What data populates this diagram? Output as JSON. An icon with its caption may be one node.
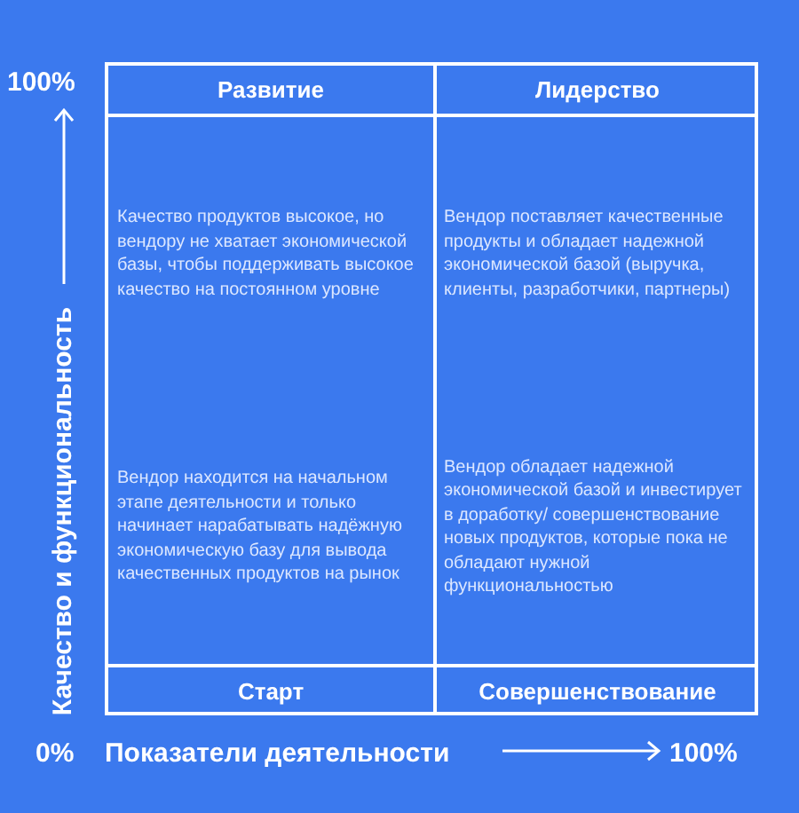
{
  "diagram": {
    "nodes": [
      {
        "text": [
          "Развитие",
          "Качество продуктов высокое, но вендору не хватает экономической базы, чтобы поддерживать высокое качество на постоянном уровне"
        ]
      },
      {
        "text": [
          "Лидерство",
          "Вендор поставляет качественные продукты и обладает надежной экономической базой (выручка, клиенты, разработчики, партнеры)"
        ]
      },
      {
        "text": [
          "Вендор находится на начальном этапе деятельности и только начинает нарабатывать надёжную экономическую базу для вывода качественных продуктов на рынок",
          "Старт"
        ]
      },
      {
        "text": [
          "Вендор обладает надежной экономической базой и инвестирует в доработку/ совершенствование новых продуктов, которые пока не обладают нужной функциональностью",
          "Совершенствование"
        ]
      }
    ],
    "edges": [],
    "labels": [
      "100%",
      "Качество и функциональность",
      "0%",
      "Показатели деятельности",
      "100%"
    ]
  }
}
